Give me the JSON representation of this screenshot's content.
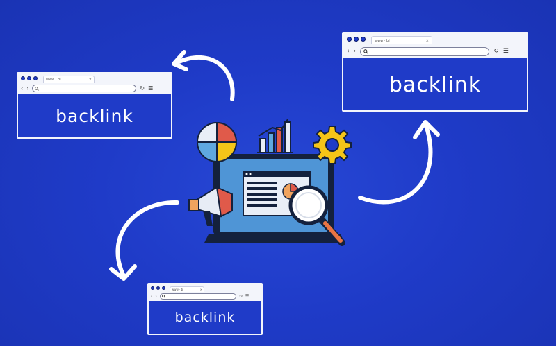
{
  "browsers": {
    "right": {
      "tab_title": "www · bl",
      "content_text": "backlink"
    },
    "left": {
      "tab_title": "www · bl",
      "content_text": "backlink"
    },
    "bottom": {
      "tab_title": "www · bl",
      "content_text": "backlink"
    }
  },
  "icons": {
    "back": "chevron-left-icon",
    "forward": "chevron-right-icon",
    "search": "search-icon",
    "refresh": "refresh-icon",
    "menu": "menu-icon",
    "pie_chart": "pie-chart-icon",
    "bar_chart": "bar-chart-icon",
    "gear": "gear-icon",
    "megaphone": "megaphone-icon",
    "magnifier": "magnifying-glass-icon",
    "laptop": "laptop-icon",
    "arrows": "curved-arrow-icon"
  },
  "colors": {
    "background": "#1f3bc8",
    "browser_frame": "#f3f5fb",
    "laptop_screen": "#5fa8e0",
    "accent_orange": "#f0a35e",
    "accent_red": "#e05a4a",
    "accent_yellow": "#f5c518",
    "dark_navy": "#14213d"
  }
}
